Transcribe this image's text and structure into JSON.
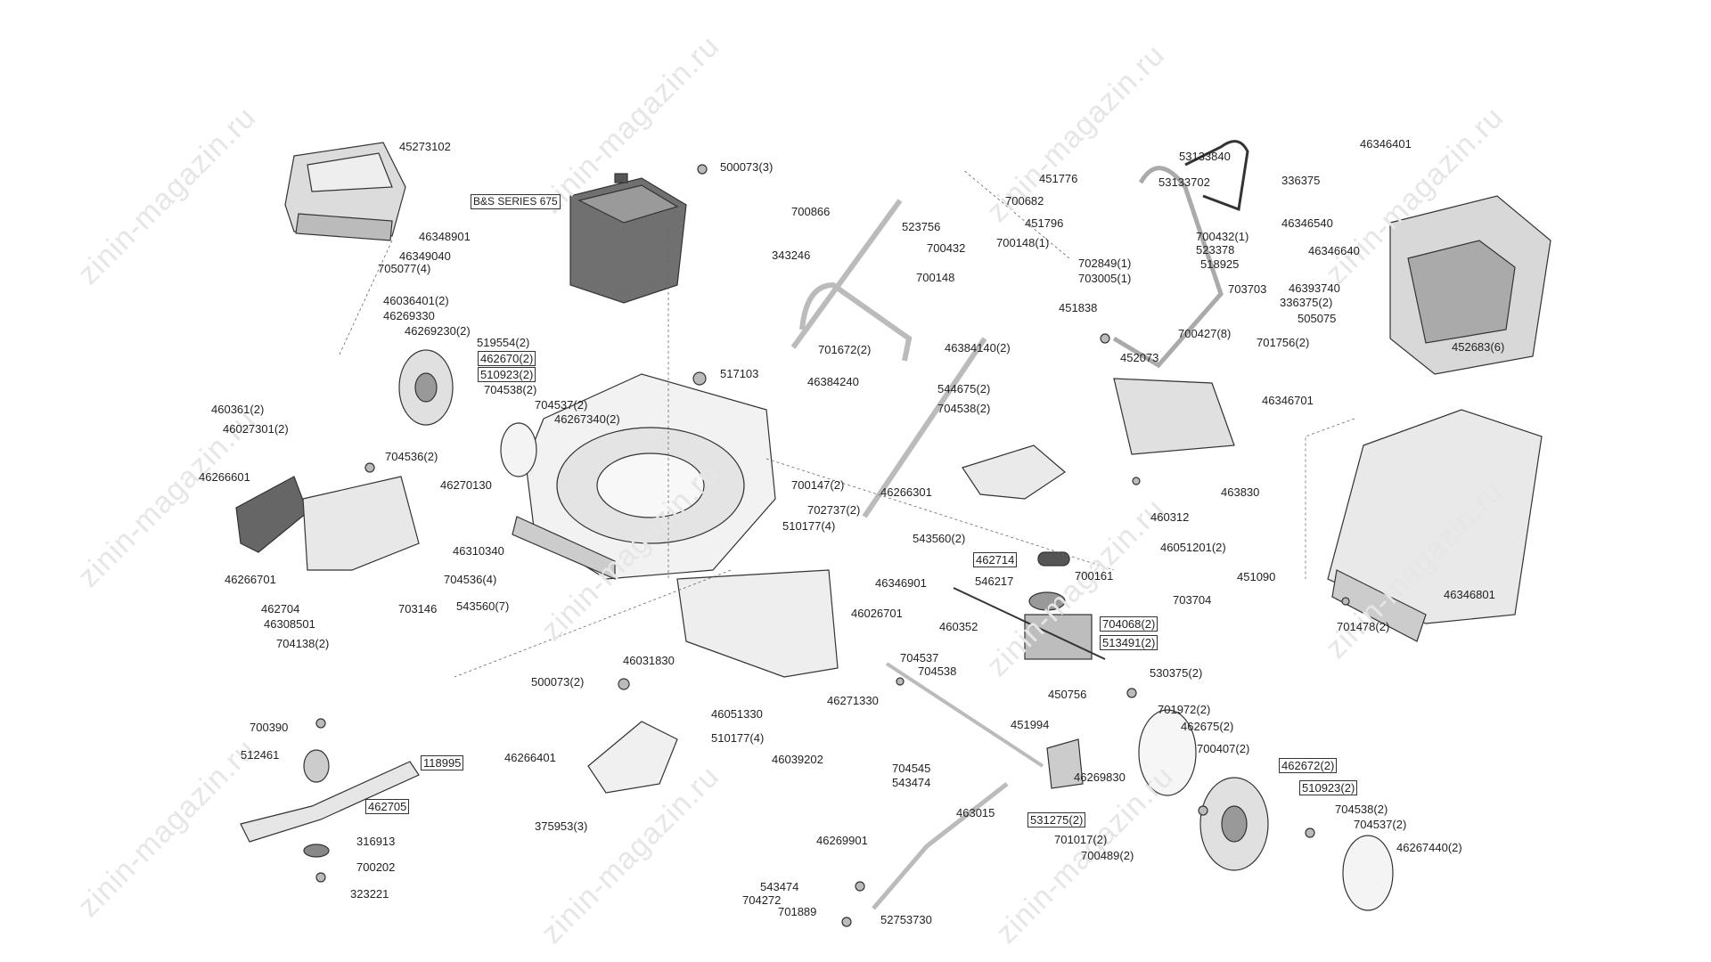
{
  "diagram": {
    "title": "Lawn mower exploded parts diagram",
    "watermark": "zinin-magazin.ru",
    "engine_label": "B&S SERIES 675",
    "part_labels": [
      {
        "id": "l1",
        "text": "45273102"
      },
      {
        "id": "l2",
        "text": "500073(3)"
      },
      {
        "id": "l3",
        "text": "53133840"
      },
      {
        "id": "l4",
        "text": "46346401"
      },
      {
        "id": "l5",
        "text": "451776"
      },
      {
        "id": "l6",
        "text": "53133702"
      },
      {
        "id": "l7",
        "text": "336375"
      },
      {
        "id": "l8",
        "text": "700682"
      },
      {
        "id": "l9",
        "text": "46346540"
      },
      {
        "id": "l10",
        "text": "700866"
      },
      {
        "id": "l11",
        "text": "523756"
      },
      {
        "id": "l12",
        "text": "451796"
      },
      {
        "id": "l13",
        "text": "700432(1)"
      },
      {
        "id": "l14",
        "text": "46348901"
      },
      {
        "id": "l15",
        "text": "700432"
      },
      {
        "id": "l16",
        "text": "700148(1)"
      },
      {
        "id": "l17",
        "text": "523378"
      },
      {
        "id": "l18",
        "text": "46346640"
      },
      {
        "id": "l19",
        "text": "46349040"
      },
      {
        "id": "l20",
        "text": "343246"
      },
      {
        "id": "l21",
        "text": "702849(1)"
      },
      {
        "id": "l22",
        "text": "518925"
      },
      {
        "id": "l23",
        "text": "705077(4)"
      },
      {
        "id": "l24",
        "text": "700148"
      },
      {
        "id": "l25",
        "text": "703005(1)"
      },
      {
        "id": "l26",
        "text": "46393740"
      },
      {
        "id": "l27",
        "text": "703703"
      },
      {
        "id": "l28",
        "text": "46036401(2)"
      },
      {
        "id": "l29",
        "text": "336375(2)"
      },
      {
        "id": "l30",
        "text": "46269330"
      },
      {
        "id": "l31",
        "text": "451838"
      },
      {
        "id": "l32",
        "text": "505075"
      },
      {
        "id": "l33",
        "text": "46269230(2)"
      },
      {
        "id": "l34",
        "text": "700427(8)"
      },
      {
        "id": "l35",
        "text": "519554(2)"
      },
      {
        "id": "l36",
        "text": "701756(2)"
      },
      {
        "id": "l37",
        "text": "452683(6)"
      },
      {
        "id": "l38",
        "text": "701672(2)"
      },
      {
        "id": "l39",
        "text": "46384140(2)"
      },
      {
        "id": "l40",
        "text": "462670(2)"
      },
      {
        "id": "l41",
        "text": "452073"
      },
      {
        "id": "l42",
        "text": "517103"
      },
      {
        "id": "l43",
        "text": "510923(2)"
      },
      {
        "id": "l44",
        "text": "46384240"
      },
      {
        "id": "l45",
        "text": "704538(2)"
      },
      {
        "id": "l46",
        "text": "544675(2)"
      },
      {
        "id": "l47",
        "text": "46346701"
      },
      {
        "id": "l48",
        "text": "704537(2)"
      },
      {
        "id": "l49",
        "text": "460361(2)"
      },
      {
        "id": "l50",
        "text": "704538(2)"
      },
      {
        "id": "l51",
        "text": "46267340(2)"
      },
      {
        "id": "l52",
        "text": "46027301(2)"
      },
      {
        "id": "l53",
        "text": "704536(2)"
      },
      {
        "id": "l54",
        "text": "46266601"
      },
      {
        "id": "l55",
        "text": "700147(2)"
      },
      {
        "id": "l56",
        "text": "46270130"
      },
      {
        "id": "l57",
        "text": "46266301"
      },
      {
        "id": "l58",
        "text": "463830"
      },
      {
        "id": "l59",
        "text": "702737(2)"
      },
      {
        "id": "l60",
        "text": "460312"
      },
      {
        "id": "l61",
        "text": "510177(4)"
      },
      {
        "id": "l62",
        "text": "543560(2)"
      },
      {
        "id": "l63",
        "text": "46051201(2)"
      },
      {
        "id": "l64",
        "text": "46310340"
      },
      {
        "id": "l65",
        "text": "46266701"
      },
      {
        "id": "l66",
        "text": "704536(4)"
      },
      {
        "id": "l67",
        "text": "462714"
      },
      {
        "id": "l68",
        "text": "46346901"
      },
      {
        "id": "l69",
        "text": "546217"
      },
      {
        "id": "l70",
        "text": "700161"
      },
      {
        "id": "l71",
        "text": "451090"
      },
      {
        "id": "l72",
        "text": "46346801"
      },
      {
        "id": "l73",
        "text": "462704"
      },
      {
        "id": "l74",
        "text": "703704"
      },
      {
        "id": "l75",
        "text": "46308501"
      },
      {
        "id": "l76",
        "text": "703146"
      },
      {
        "id": "l77",
        "text": "543560(7)"
      },
      {
        "id": "l78",
        "text": "46026701"
      },
      {
        "id": "l79",
        "text": "460352"
      },
      {
        "id": "l80",
        "text": "704068(2)"
      },
      {
        "id": "l81",
        "text": "701478(2)"
      },
      {
        "id": "l82",
        "text": "704138(2)"
      },
      {
        "id": "l83",
        "text": "513491(2)"
      },
      {
        "id": "l84",
        "text": "46031830"
      },
      {
        "id": "l85",
        "text": "704537"
      },
      {
        "id": "l86",
        "text": "530375(2)"
      },
      {
        "id": "l87",
        "text": "500073(2)"
      },
      {
        "id": "l88",
        "text": "704538"
      },
      {
        "id": "l89",
        "text": "450756"
      },
      {
        "id": "l90",
        "text": "46271330"
      },
      {
        "id": "l91",
        "text": "46051330"
      },
      {
        "id": "l92",
        "text": "700390"
      },
      {
        "id": "l93",
        "text": "701972(2)"
      },
      {
        "id": "l94",
        "text": "510177(4)"
      },
      {
        "id": "l95",
        "text": "451994"
      },
      {
        "id": "l96",
        "text": "462675(2)"
      },
      {
        "id": "l97",
        "text": "512461"
      },
      {
        "id": "l98",
        "text": "46266401"
      },
      {
        "id": "l99",
        "text": "46039202"
      },
      {
        "id": "l100",
        "text": "118995"
      },
      {
        "id": "l101",
        "text": "700407(2)"
      },
      {
        "id": "l102",
        "text": "704545"
      },
      {
        "id": "l103",
        "text": "46269830"
      },
      {
        "id": "l104",
        "text": "462672(2)"
      },
      {
        "id": "l105",
        "text": "543474"
      },
      {
        "id": "l106",
        "text": "510923(2)"
      },
      {
        "id": "l107",
        "text": "462705"
      },
      {
        "id": "l108",
        "text": "463015"
      },
      {
        "id": "l109",
        "text": "531275(2)"
      },
      {
        "id": "l110",
        "text": "704538(2)"
      },
      {
        "id": "l111",
        "text": "375953(3)"
      },
      {
        "id": "l112",
        "text": "704537(2)"
      },
      {
        "id": "l113",
        "text": "46269901"
      },
      {
        "id": "l114",
        "text": "701017(2)"
      },
      {
        "id": "l115",
        "text": "316913"
      },
      {
        "id": "l116",
        "text": "46267440(2)"
      },
      {
        "id": "l117",
        "text": "700489(2)"
      },
      {
        "id": "l118",
        "text": "700202"
      },
      {
        "id": "l119",
        "text": "543474"
      },
      {
        "id": "l120",
        "text": "704272"
      },
      {
        "id": "l121",
        "text": "323221"
      },
      {
        "id": "l122",
        "text": "701889"
      },
      {
        "id": "l123",
        "text": "52753730"
      }
    ]
  }
}
